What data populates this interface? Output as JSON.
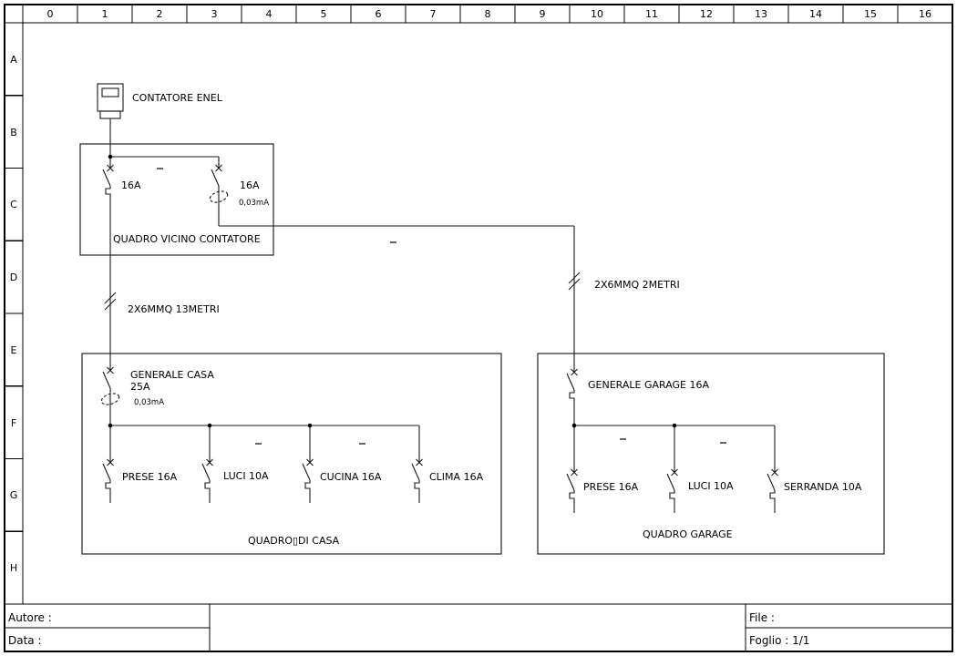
{
  "ruler": {
    "columns": [
      "0",
      "1",
      "2",
      "3",
      "4",
      "5",
      "6",
      "7",
      "8",
      "9",
      "10",
      "11",
      "12",
      "13",
      "14",
      "15",
      "16"
    ],
    "rows": [
      "A",
      "B",
      "C",
      "D",
      "E",
      "F",
      "G",
      "H"
    ]
  },
  "title_block": {
    "autore": "Autore :",
    "data": "Data :",
    "file": "File :",
    "foglio": "Foglio : 1/1"
  },
  "diagram": {
    "meter_label": "CONTATORE ENEL",
    "quadro_contatore": {
      "title": "QUADRO VICINO CONTATORE",
      "breaker_left_rating": "16A",
      "breaker_right_rating": "16A",
      "breaker_right_sensitivity": "0,03mA"
    },
    "cable_to_casa": "2X6MMQ 13METRI",
    "cable_to_garage": "2X6MMQ 2METRI",
    "quadro_casa": {
      "title": "QUADRO▯DI CASA",
      "generale_name": "GENERALE CASA",
      "generale_rating": "25A",
      "generale_sensitivity": "0,03mA",
      "branches": [
        "PRESE 16A",
        "LUCI 10A",
        "CUCINA 16A",
        "CLIMA 16A"
      ]
    },
    "quadro_garage": {
      "title": "QUADRO GARAGE",
      "generale_name": "GENERALE GARAGE 16A",
      "branches": [
        "PRESE 16A",
        "LUCI 10A",
        "SERRANDA 10A"
      ]
    }
  }
}
